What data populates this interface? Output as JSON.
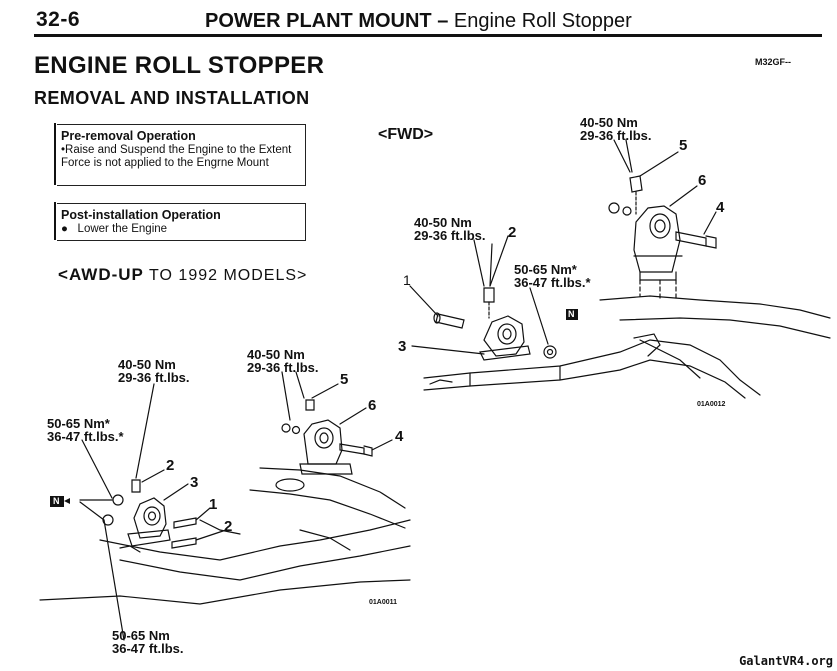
{
  "header": {
    "page_number": "32-6",
    "section": "POWER PLANT MOUNT",
    "dash": "–",
    "subsection": "Engine Roll Stopper"
  },
  "title": "ENGINE ROLL STOPPER",
  "subtitle": "REMOVAL AND INSTALLATION",
  "doc_code": "M32GF--",
  "pre_removal": {
    "title": "Pre-removal Operation",
    "bullet": "•",
    "text": "Raise and Suspend the Engine to the Extent Force is not applied to the Engrne Mount"
  },
  "post_installation": {
    "title": "Post-installation Operation",
    "bullet": "●",
    "text": "Lower the Engine"
  },
  "awd_heading": {
    "prefix": "<",
    "model": "AWD-UP",
    "rest": " TO 1992 MODELS",
    "suffix": ">"
  },
  "fwd_heading": "<FWD>",
  "awd_diagram": {
    "torque_1": {
      "nm": "40-50 Nm",
      "ftlb": "29-36 ft.lbs."
    },
    "torque_2": {
      "nm": "40-50 Nm",
      "ftlb": "29-36 ft.lbs."
    },
    "torque_3": {
      "nm": "50-65 Nm*",
      "ftlb": "36-47 ft.lbs.*"
    },
    "torque_4": {
      "nm": "50-65 Nm",
      "ftlb": "36-47 ft.lbs."
    },
    "callouts": [
      "1",
      "2",
      "2",
      "3",
      "4",
      "5",
      "6"
    ],
    "n_tag": "N",
    "figure_code": "01A0011"
  },
  "fwd_diagram": {
    "torque_1": {
      "nm": "40-50 Nm",
      "ftlb": "29-36 ft.lbs."
    },
    "torque_2": {
      "nm": "40-50 Nm",
      "ftlb": "29-36 ft.lbs."
    },
    "torque_3": {
      "nm": "50-65 Nm*",
      "ftlb": "36-47 ft.lbs.*"
    },
    "callouts": [
      "1",
      "2",
      "3",
      "4",
      "5",
      "6"
    ],
    "n_tag": "N",
    "figure_code": "01A0012"
  },
  "watermark": "GalantVR4.org"
}
